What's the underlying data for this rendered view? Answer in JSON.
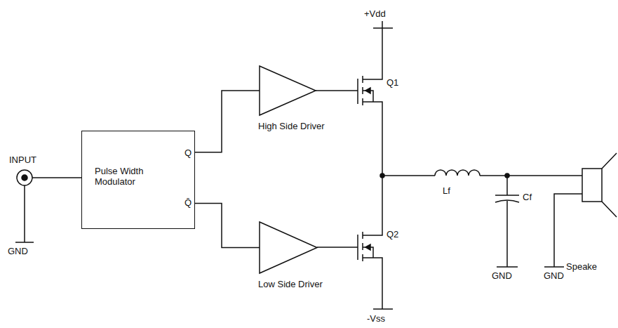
{
  "diagram": {
    "nodes": [
      {
        "text": [
          "Pulse Width Modulator"
        ]
      },
      {
        "text": [
          "High Side Driver"
        ]
      },
      {
        "text": [
          "Low Side Driver"
        ]
      }
    ],
    "edges": [
      {
        "from": 0,
        "to": 1,
        "arrow": "none"
      },
      {
        "from": 0,
        "to": 2,
        "arrow": "none"
      }
    ],
    "labels": [
      "INPUT",
      "GND",
      "Q",
      "Q̄",
      "+Vdd",
      "Q1",
      "Q2",
      "-Vss",
      "Lf",
      "Cf",
      "GND",
      "GND",
      "Speake"
    ]
  }
}
